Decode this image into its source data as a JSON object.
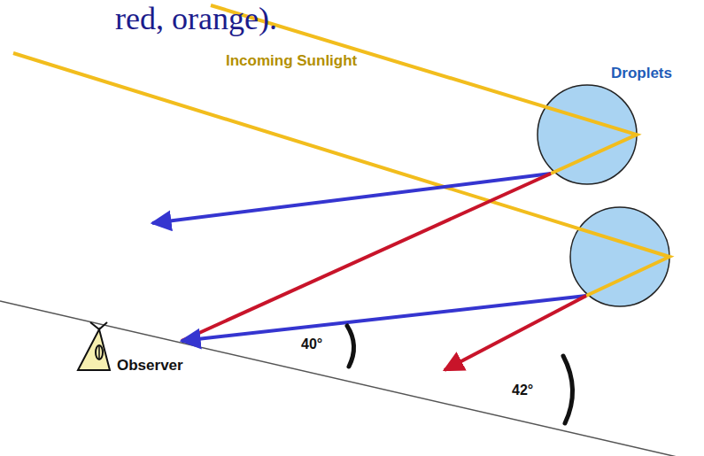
{
  "diagram": {
    "labels": [
      "red, orange).",
      "Incoming Sunlight",
      "Droplets",
      "Observer",
      "40°",
      "42°"
    ]
  }
}
